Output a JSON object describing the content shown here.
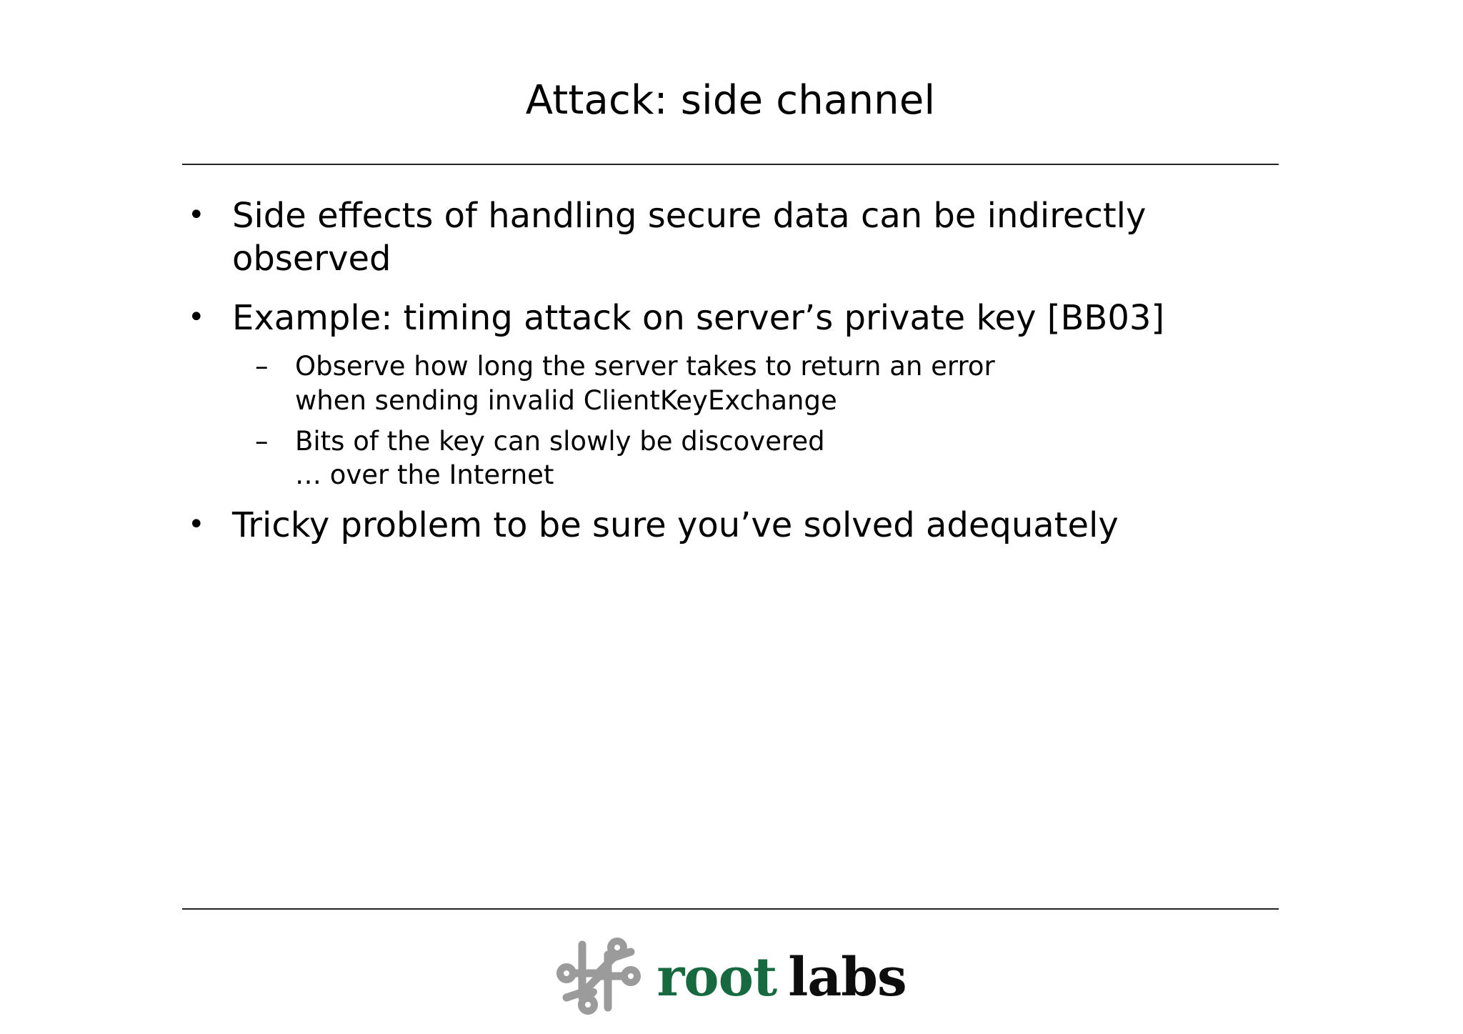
{
  "slide": {
    "title": "Attack: side channel",
    "background_color": "#ffffff",
    "text_color": "#000000",
    "rule_color": "#222222"
  },
  "content": {
    "bullets": [
      {
        "level": 1,
        "marker": "•",
        "text": "Side effects of handling secure data can be indirectly observed"
      },
      {
        "level": 1,
        "marker": "•",
        "text": "Example: timing attack on server’s private key [BB03]"
      },
      {
        "level": 2,
        "marker": "–",
        "line1": "Observe how long the server takes to return an error",
        "line2": "when sending invalid ClientKeyExchange"
      },
      {
        "level": 2,
        "marker": "–",
        "line1": "Bits of the key can slowly be discovered",
        "line2": "… over the Internet"
      },
      {
        "level": 1,
        "marker": "•",
        "text": "Tricky problem to be sure you’ve solved adequately"
      }
    ]
  },
  "footer": {
    "logo": {
      "icon_name": "root-labs-circuit-icon",
      "icon_color": "#9b9b9b",
      "word_root": "root",
      "word_labs": "labs",
      "root_color": "#17693f",
      "labs_color": "#0d0d0d"
    }
  }
}
